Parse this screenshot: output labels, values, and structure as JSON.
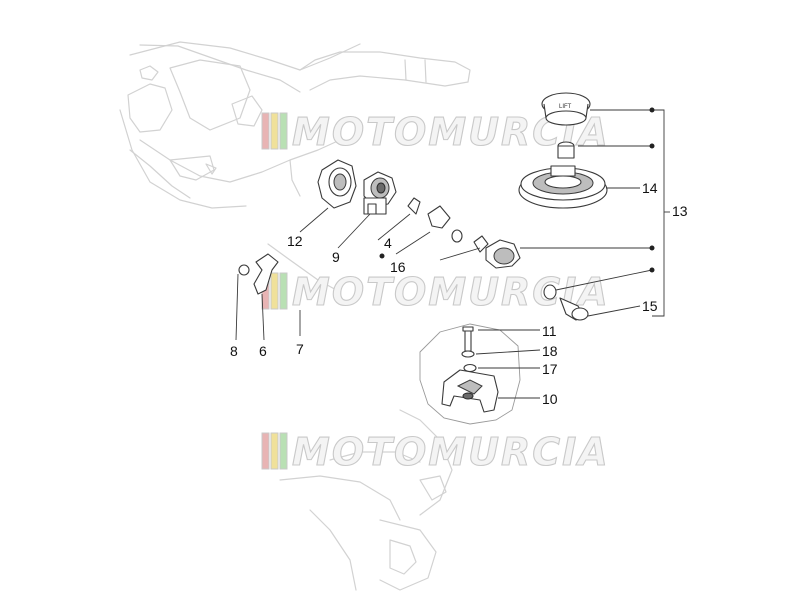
{
  "watermark": {
    "text": "MOTOMURCIA",
    "stripe_colors": [
      "#e8b4b4",
      "#f0e19a",
      "#b9e0b4"
    ]
  },
  "callouts": [
    {
      "id": "c13",
      "label": "13"
    },
    {
      "id": "c14",
      "label": "14"
    },
    {
      "id": "c15",
      "label": "15"
    },
    {
      "id": "c12",
      "label": "12"
    },
    {
      "id": "c9",
      "label": "9"
    },
    {
      "id": "c4",
      "label": "4"
    },
    {
      "id": "c16",
      "label": "16"
    },
    {
      "id": "c8",
      "label": "8"
    },
    {
      "id": "c6",
      "label": "6"
    },
    {
      "id": "c7",
      "label": "7"
    },
    {
      "id": "c11",
      "label": "11"
    },
    {
      "id": "c18",
      "label": "18"
    },
    {
      "id": "c17",
      "label": "17"
    },
    {
      "id": "c10",
      "label": "10"
    }
  ],
  "cap_text": "LIFT"
}
